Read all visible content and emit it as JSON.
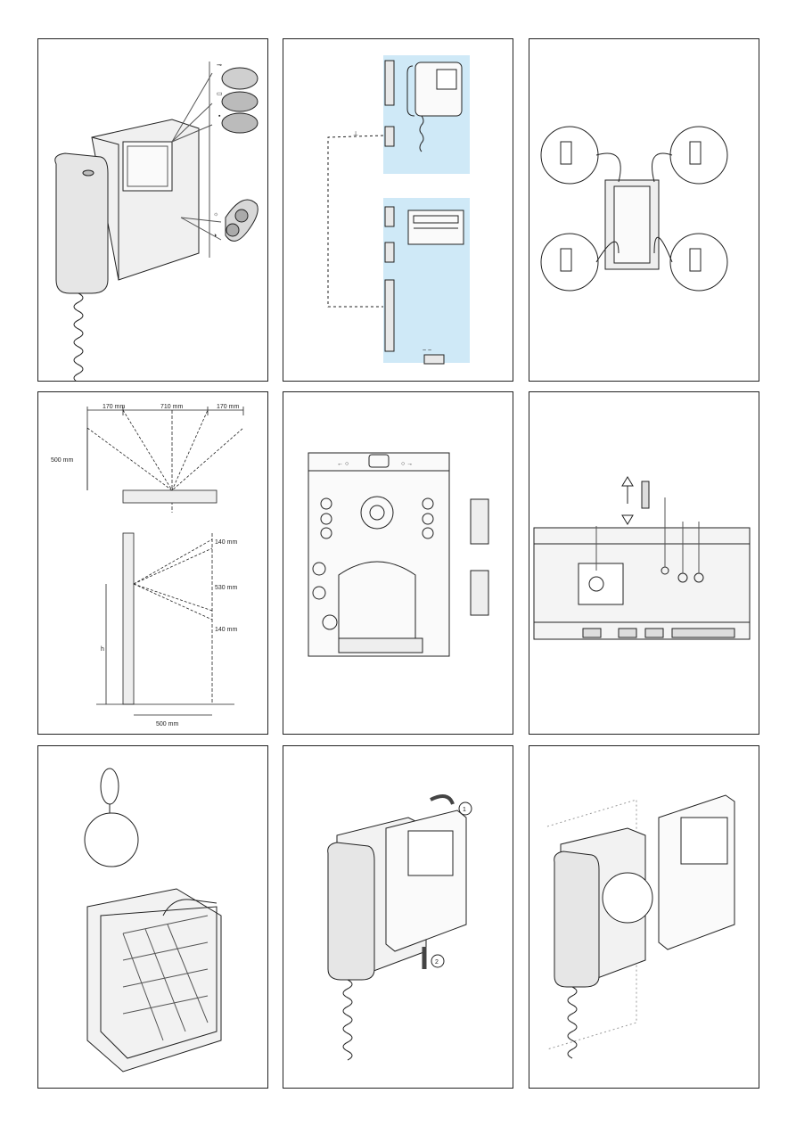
{
  "panels": {
    "p5": {
      "dim_170_left": "170 mm",
      "dim_710": "710 mm",
      "dim_170_right": "170 mm",
      "dim_500_height": "500 mm",
      "dim_140_top": "140 mm",
      "dim_530": "530 mm",
      "dim_140_bottom": "140 mm",
      "dim_h": "h",
      "dim_500_floor": "500 mm"
    },
    "p9": {
      "step1": "1",
      "step2": "2"
    }
  },
  "colors": {
    "line": "#222222",
    "highlight": "#cfe9f7",
    "device_grey": "#e8e8e8",
    "hatch": "#999999"
  }
}
